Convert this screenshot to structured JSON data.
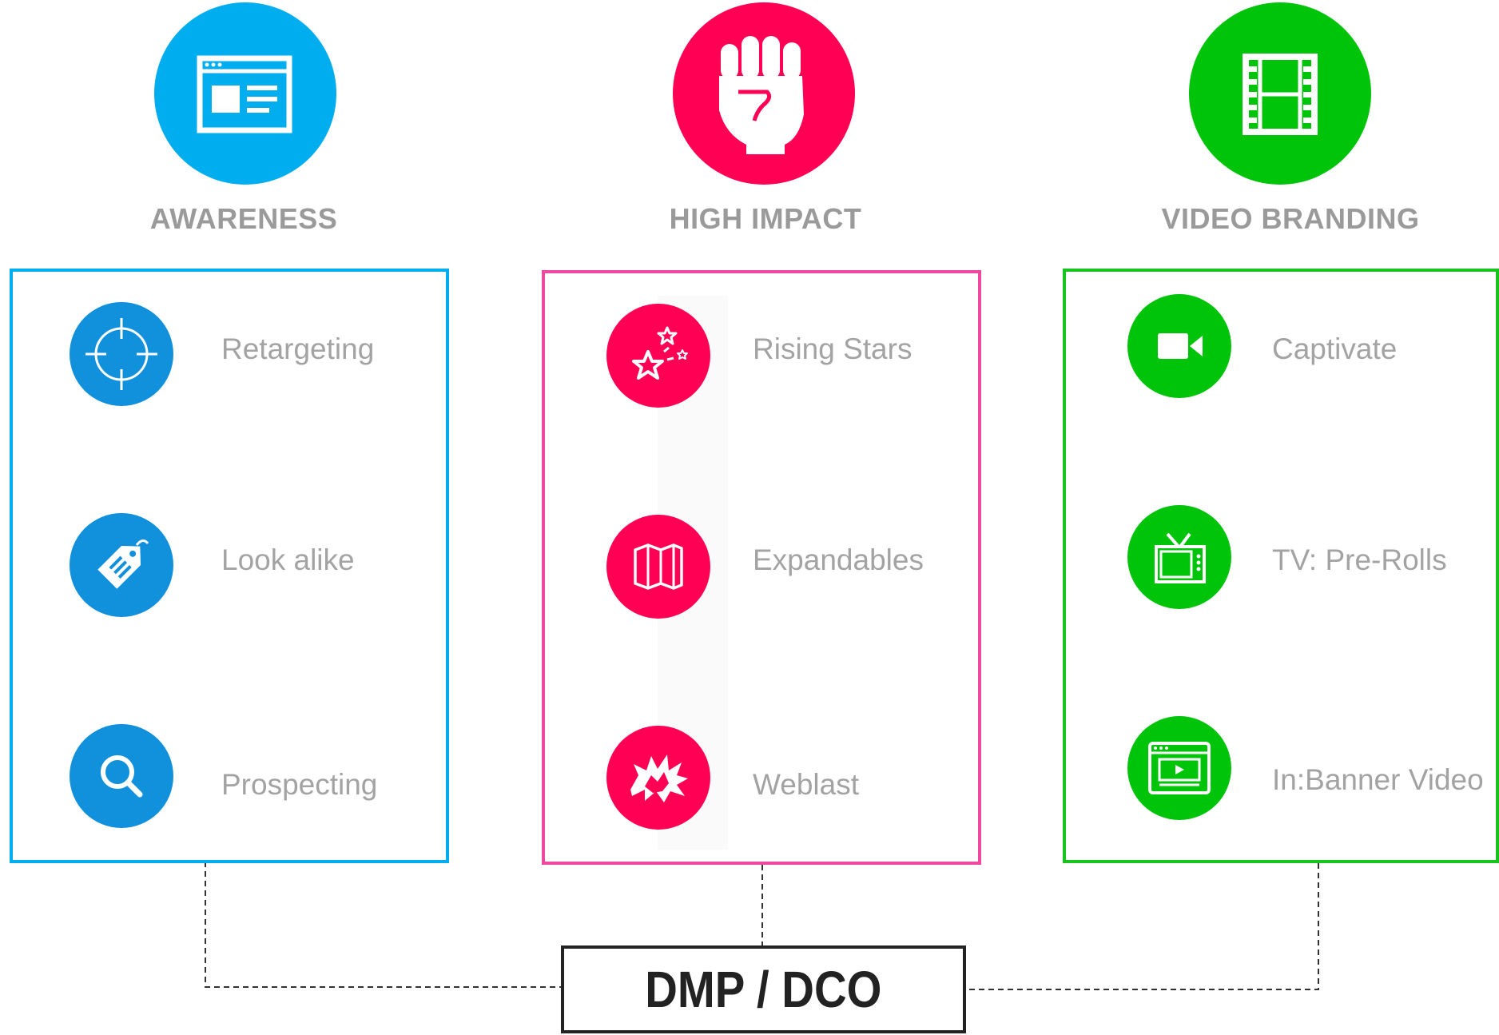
{
  "colors": {
    "awareness": "#00aeef",
    "awareness_items": "#1190dc",
    "high_impact": "#ff0055",
    "high_impact_border": "#f0479f",
    "video": "#00c40a",
    "video_border": "#17c41c",
    "label": "#a3a3a3",
    "connector": "#333333"
  },
  "columns": [
    {
      "title": "AWARENESS",
      "header_icon": "browser-window-icon",
      "items": [
        {
          "label": "Retargeting",
          "icon": "crosshair-icon"
        },
        {
          "label": "Look alike",
          "icon": "tag-icon"
        },
        {
          "label": "Prospecting",
          "icon": "search-icon"
        }
      ]
    },
    {
      "title": "HIGH IMPACT",
      "header_icon": "fist-icon",
      "items": [
        {
          "label": "Rising Stars",
          "icon": "stars-icon"
        },
        {
          "label": "Expandables",
          "icon": "folded-map-icon"
        },
        {
          "label": "Weblast",
          "icon": "explosion-icon"
        }
      ]
    },
    {
      "title": "VIDEO BRANDING",
      "header_icon": "film-strip-icon",
      "items": [
        {
          "label": "Captivate",
          "icon": "video-camera-icon"
        },
        {
          "label": "TV: Pre-Rolls",
          "icon": "television-icon"
        },
        {
          "label": "In:Banner Video",
          "icon": "video-player-window-icon"
        }
      ]
    }
  ],
  "hub": {
    "label": "DMP / DCO"
  }
}
